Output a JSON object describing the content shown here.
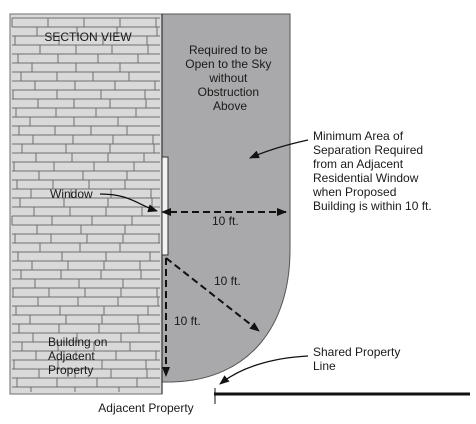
{
  "labels": {
    "section_view": "SECTION VIEW",
    "open_to_sky": [
      "Required to be",
      "Open to the Sky",
      "without",
      "Obstruction",
      "Above"
    ],
    "minimum_area": [
      "Minimum Area of",
      "Separation Required",
      "from an Adjacent",
      "Residential Window",
      "when Proposed",
      "Building is within 10 ft."
    ],
    "window": "Window",
    "dim_horizontal": "10 ft.",
    "dim_diagonal": "10 ft.",
    "dim_vertical": "10 ft.",
    "building_on_adjacent": [
      "Building on",
      "Adjacent",
      "Property"
    ],
    "shared_property_line": [
      "Shared Property",
      "Line"
    ],
    "adjacent_property": "Adjacent Property"
  },
  "colors": {
    "building_fill": "#d9d9d9",
    "open_area_fill": "#a9a9ab",
    "line": "#111111",
    "brick_line": "#6e6e6e"
  }
}
